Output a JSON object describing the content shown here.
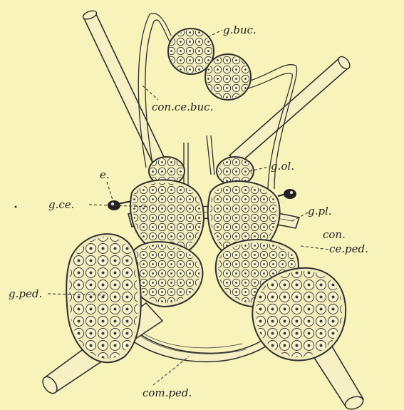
{
  "labels": {
    "g_buc": "g.buc.",
    "con_ce_buc": "con.ce.buc.",
    "g_ol": "g.ol.",
    "e": "e.",
    "g_ce": "g.ce.",
    "g_pl": "g.pl.",
    "con_line1": "con.",
    "con_line2": "ce.ped.",
    "g_ped": "g.ped.",
    "com_ped": "com.ped."
  },
  "colors": {
    "background": "#f8f3bb",
    "ink": "#2f2f2f",
    "ganglion_fill": "#f2ecbd"
  }
}
